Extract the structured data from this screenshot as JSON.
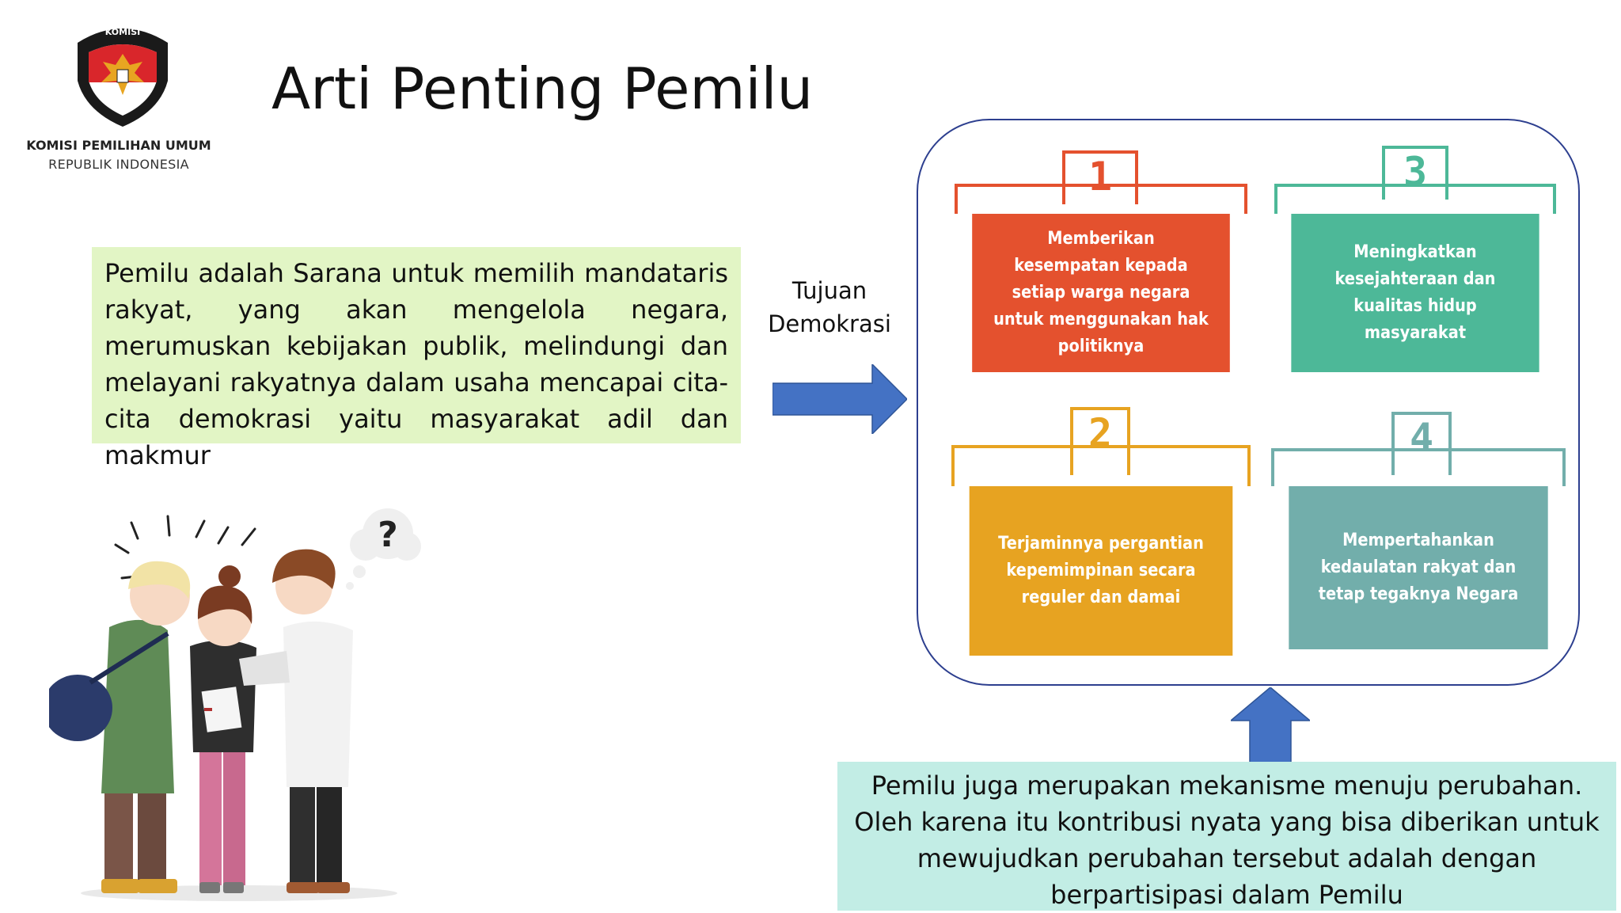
{
  "logo": {
    "emblem_text": "KOMISI PEMILIHAN UMUM",
    "line1": "KOMISI PEMILIHAN UMUM",
    "line2": "REPUBLIK INDONESIA"
  },
  "title": "Arti Penting Pemilu",
  "definition": "Pemilu adalah Sarana untuk memilih mandataris rakyat, yang akan mengelola negara, merumuskan kebijakan publik, melindungi dan melayani rakyatnya dalam usaha mencapai cita-cita demokrasi yaitu masyarakat adil dan makmur",
  "tujuan": {
    "line1": "Tujuan",
    "line2": "Demokrasi"
  },
  "ballots": [
    {
      "number": "1",
      "text": "Memberikan kesempatan kepada setiap warga negara untuk menggunakan hak politiknya",
      "color": "#e4512e"
    },
    {
      "number": "2",
      "text": "Terjaminnya pergantian kepemimpinan secara reguler dan damai",
      "color": "#e7a321"
    },
    {
      "number": "3",
      "text": "Meningkatkan kesejahteraan dan kualitas hidup masyarakat",
      "color": "#4db898"
    },
    {
      "number": "4",
      "text": "Mempertahankan kedaulatan rakyat dan tetap tegaknya Negara",
      "color": "#72aeab"
    }
  ],
  "change_text": {
    "line1": "Pemilu juga merupakan mekanisme menuju perubahan.",
    "line2": "Oleh karena itu kontribusi nyata yang bisa diberikan untuk",
    "line3": "mewujudkan  perubahan tersebut adalah dengan",
    "line4": "berpartisipasi dalam Pemilu"
  },
  "illustration": {
    "thought_symbol": "?"
  },
  "colors": {
    "arrow": "#4472c4",
    "frame": "#2d3f8f",
    "definition_bg": "#e2f5c5",
    "change_bg": "#c2ede5"
  }
}
